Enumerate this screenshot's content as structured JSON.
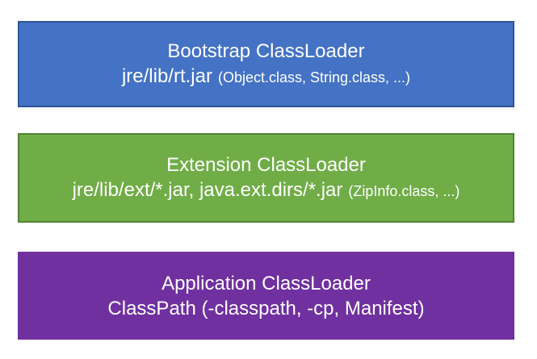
{
  "diagram": {
    "background": "#ffffff",
    "text_color": "#ffffff",
    "boxes": [
      {
        "id": "bootstrap-classloader",
        "title": "Bootstrap ClassLoader",
        "detail_main": "jre/lib/rt.jar",
        "detail_small": "(Object.class, String.class, ...)",
        "fill": "#4472C4",
        "border": "#2F5496"
      },
      {
        "id": "extension-classloader",
        "title": "Extension ClassLoader",
        "detail_main": "jre/lib/ext/*.jar, java.ext.dirs/*.jar",
        "detail_small": "(ZipInfo.class, ...)",
        "fill": "#70AD47",
        "border": "#538135"
      },
      {
        "id": "application-classloader",
        "title": "Application ClassLoader",
        "detail_main": "ClassPath (-classpath, -cp, Manifest)",
        "detail_small": "",
        "fill": "#7030A0",
        "border": "#7030A0"
      }
    ]
  }
}
